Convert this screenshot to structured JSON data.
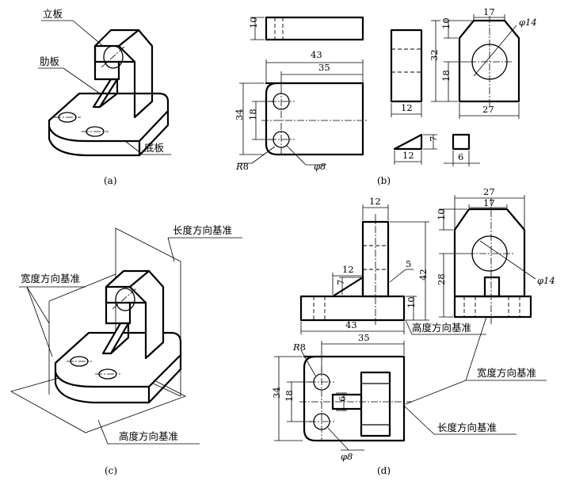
{
  "labels": {
    "vertical_plate": "立板",
    "rib_plate": "肋板",
    "base_plate": "底板",
    "width_datum": "宽度方向基准",
    "length_datum": "长度方向基准",
    "height_datum": "高度方向基准"
  },
  "captions": {
    "a": "(a)",
    "b": "(b)",
    "c": "(c)",
    "d": "(d)"
  },
  "dims_b": {
    "d10_top": "10",
    "d43": "43",
    "d35": "35",
    "d34": "34",
    "d18": "18",
    "r8": "R8",
    "phi8": "φ8",
    "d12_side": "12",
    "d17": "17",
    "phi14": "φ14",
    "d10_right": "10",
    "d32": "32",
    "d18_right": "18",
    "d27": "27",
    "d7": "7",
    "d12_rib": "12",
    "d6": "6"
  },
  "dims_d": {
    "d12_top": "12",
    "d12_rib": "12",
    "d5": "5",
    "d42": "42",
    "d7": "7",
    "d10": "10",
    "d43": "43",
    "d27": "27",
    "d17": "17",
    "d10_right": "10",
    "d28": "28",
    "phi14": "φ14",
    "r8": "R8",
    "d35": "35",
    "d34": "34",
    "d18": "18",
    "d6": "6",
    "phi8": "φ8"
  }
}
